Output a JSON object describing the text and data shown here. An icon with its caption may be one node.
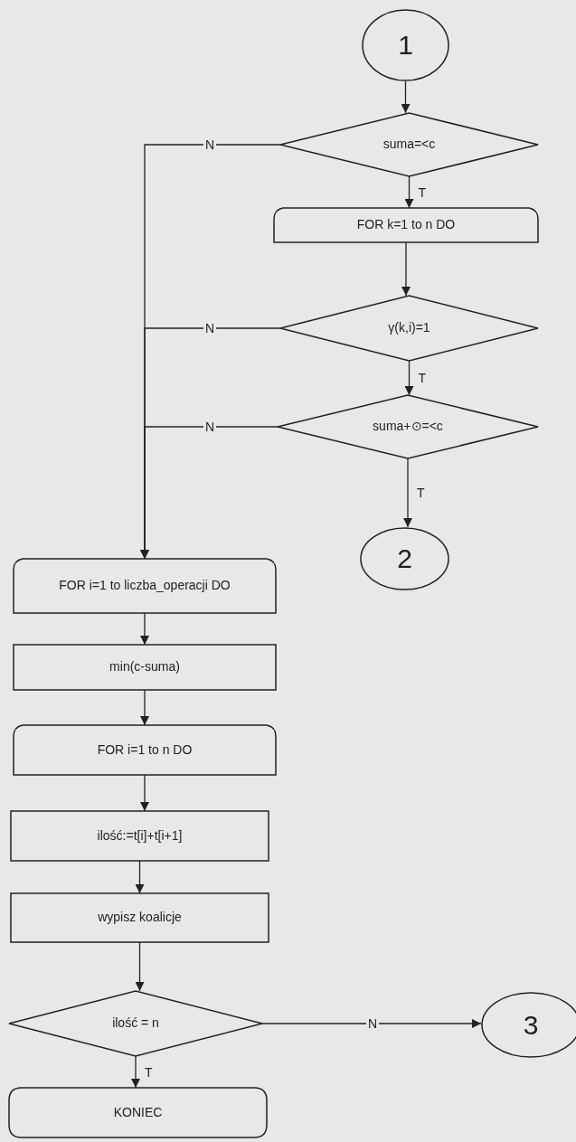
{
  "diagram": {
    "nodes": [
      {
        "text": [
          "1"
        ]
      },
      {
        "text": [
          "suma=<c"
        ]
      },
      {
        "text": [
          "FOR k=1 to n DO"
        ]
      },
      {
        "text": [
          "γ(k,i)=1"
        ]
      },
      {
        "text": [
          "suma+⊙=<c"
        ]
      },
      {
        "text": [
          "2"
        ]
      },
      {
        "text": [
          "FOR i=1 to liczba_operacji DO"
        ]
      },
      {
        "text": [
          "min(c-suma)"
        ]
      },
      {
        "text": [
          "FOR i=1 to n DO"
        ]
      },
      {
        "text": [
          "ilość:=t[i]+t[i+1]"
        ]
      },
      {
        "text": [
          "wypisz koalicje"
        ]
      },
      {
        "text": [
          "ilość = n"
        ]
      },
      {
        "text": [
          "3"
        ]
      },
      {
        "text": [
          "KONIEC"
        ]
      }
    ],
    "edges": [
      {
        "from": 0,
        "to": 1,
        "arrow": "to"
      },
      {
        "from": 1,
        "to": 2,
        "arrow": "to",
        "label": "T"
      },
      {
        "from": 2,
        "to": 3,
        "arrow": "to"
      },
      {
        "from": 3,
        "to": 4,
        "arrow": "to",
        "label": "T"
      },
      {
        "from": 4,
        "to": 5,
        "arrow": "to",
        "label": "T"
      },
      {
        "from": 1,
        "to": 6,
        "arrow": "to",
        "label": "N"
      },
      {
        "from": 3,
        "to": 6,
        "arrow": "to",
        "label": "N"
      },
      {
        "from": 4,
        "to": 6,
        "arrow": "to",
        "label": "N"
      },
      {
        "from": 6,
        "to": 7,
        "arrow": "to"
      },
      {
        "from": 7,
        "to": 8,
        "arrow": "to"
      },
      {
        "from": 8,
        "to": 9,
        "arrow": "to"
      },
      {
        "from": 9,
        "to": 10,
        "arrow": "to"
      },
      {
        "from": 10,
        "to": 11,
        "arrow": "to"
      },
      {
        "from": 11,
        "to": 12,
        "arrow": "to",
        "label": "N"
      },
      {
        "from": 11,
        "to": 13,
        "arrow": "to",
        "label": "T"
      }
    ]
  }
}
